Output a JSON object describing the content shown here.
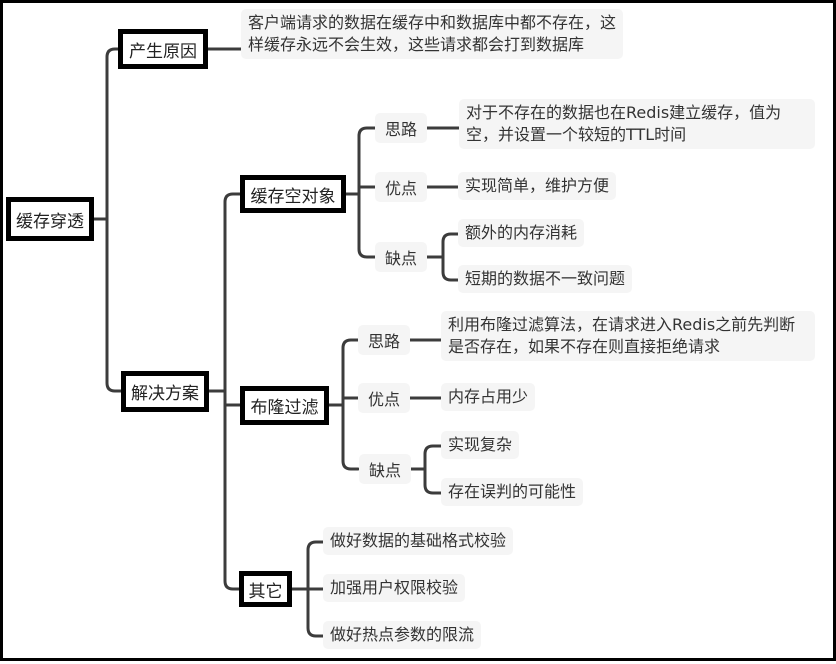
{
  "root": "缓存穿透",
  "cause": {
    "label": "产生原因",
    "text": "客户端请求的数据在缓存中和数据库中都不存在，这样缓存永远不会生效，这些请求都会打到数据库"
  },
  "solutions": {
    "label": "解决方案",
    "empty_object": {
      "label": "缓存空对象",
      "idea_label": "思路",
      "idea": "对于不存在的数据也在Redis建立缓存，值为空，并设置一个较短的TTL时间",
      "pros_label": "优点",
      "pros": "实现简单，维护方便",
      "cons_label": "缺点",
      "cons": [
        "额外的内存消耗",
        "短期的数据不一致问题"
      ]
    },
    "bloom": {
      "label": "布隆过滤",
      "idea_label": "思路",
      "idea": "利用布隆过滤算法，在请求进入Redis之前先判断是否存在，如果不存在则直接拒绝请求",
      "pros_label": "优点",
      "pros": "内存占用少",
      "cons_label": "缺点",
      "cons": [
        "实现复杂",
        "存在误判的可能性"
      ]
    },
    "other": {
      "label": "其它",
      "items": [
        "做好数据的基础格式校验",
        "加强用户权限校验",
        "做好热点参数的限流"
      ]
    }
  }
}
